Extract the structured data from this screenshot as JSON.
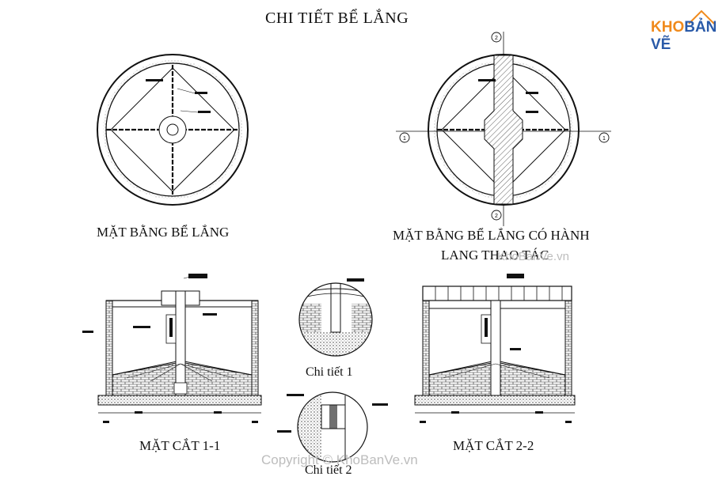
{
  "title": "CHI TIẾT BỂ LẮNG",
  "logo": {
    "part1": "KHO",
    "part2": "BẢN VẼ",
    "accent_color": "#f08a1c",
    "brand_color": "#2a5aa8"
  },
  "labels": {
    "plan1": "MẶT BẰNG BỂ LẮNG",
    "plan2_line1": "MẶT BẰNG BỂ LẮNG CÓ HÀNH",
    "plan2_line2": "LANG THAO TÁC",
    "detail1": "Chi tiết 1",
    "detail2": "Chi tiết 2",
    "section1": "MẶT CẮT 1-1",
    "section2": "MẶT CẮT 2-2"
  },
  "watermarks": {
    "mid": "KhoBanVe.vn",
    "bottom": "Copyright © KhoBanVe.vn"
  },
  "axis_markers": {
    "left": "1",
    "right": "1",
    "top": "2",
    "bottom": "2"
  }
}
